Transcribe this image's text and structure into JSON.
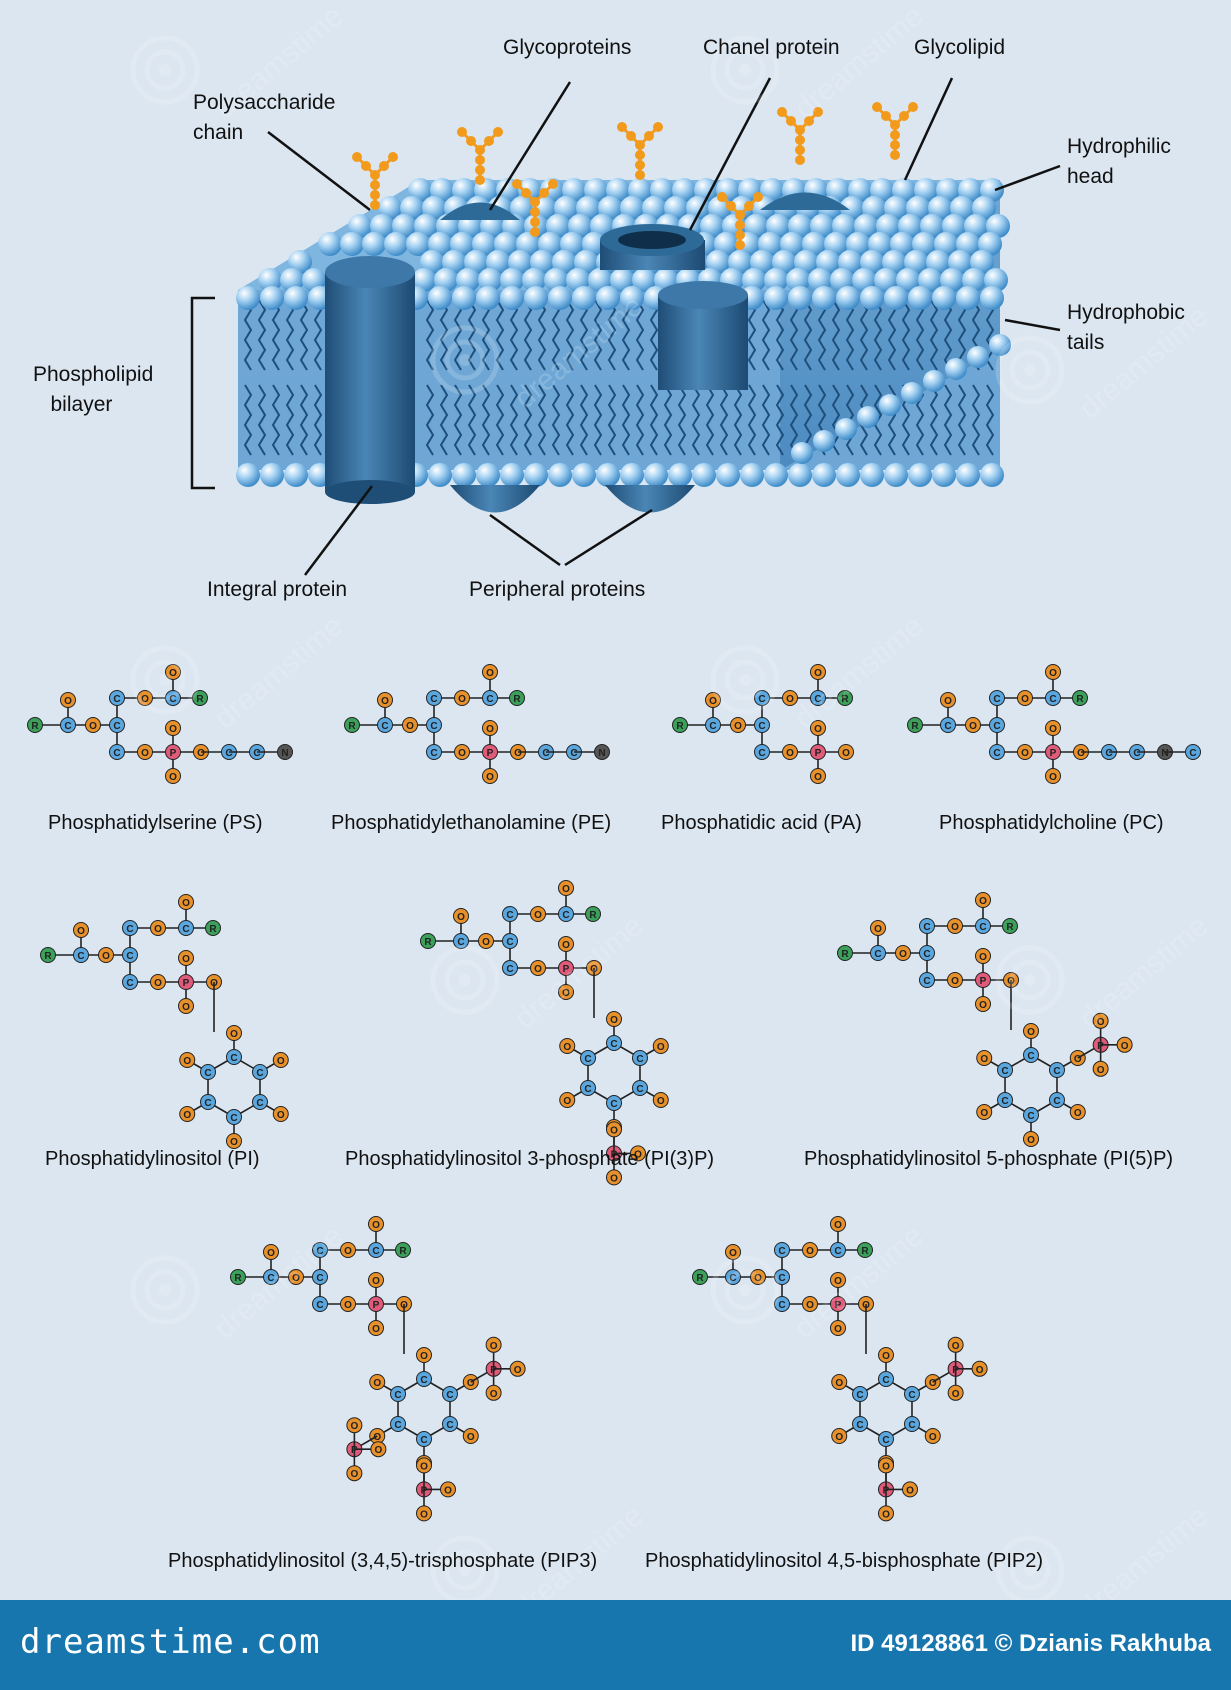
{
  "membrane": {
    "labels": {
      "polysaccharide_chain": "Polysaccharide\nchain",
      "glycoproteins": "Glycoproteins",
      "channel_protein": "Chanel protein",
      "glycolipid": "Glycolipid",
      "hydrophilic_head": "Hydrophilic\nhead",
      "hydrophobic_tails": "Hydrophobic\ntails",
      "phospholipid_bilayer": "Phospholipid\n   bilayer",
      "integral_protein": "Integral protein",
      "peripheral_proteins": "Peripheral proteins"
    },
    "colors": {
      "head": "#8ec4ea",
      "tail": "#3b7fb8",
      "protein": "#2d6a98",
      "sugar": "#f29a1c"
    }
  },
  "molecules": [
    {
      "name": "Phosphatidylserine (PS)"
    },
    {
      "name": "Phosphatidylethanolamine (PE)"
    },
    {
      "name": "Phosphatidic acid (PA)"
    },
    {
      "name": "Phosphatidylcholine (PC)"
    },
    {
      "name": "Phosphatidylinositol (PI)"
    },
    {
      "name": "Phosphatidylinositol 3-phosphate (PI(3)P)"
    },
    {
      "name": "Phosphatidylinositol 5-phosphate (PI(5)P)"
    },
    {
      "name": "Phosphatidylinositol (3,4,5)-trisphosphate (PIP3)"
    },
    {
      "name": "Phosphatidylinositol 4,5-bisphosphate (PIP2)"
    }
  ],
  "atom_colors": {
    "C": "#5aa7e0",
    "O": "#e8902a",
    "P": "#e05a7a",
    "R": "#3aa05a",
    "N": "#555555"
  },
  "watermark_text": "dreamstime",
  "footer": {
    "brand": "dreamstime.com",
    "credit": "ID 49128861 © Dzianis Rakhuba"
  }
}
